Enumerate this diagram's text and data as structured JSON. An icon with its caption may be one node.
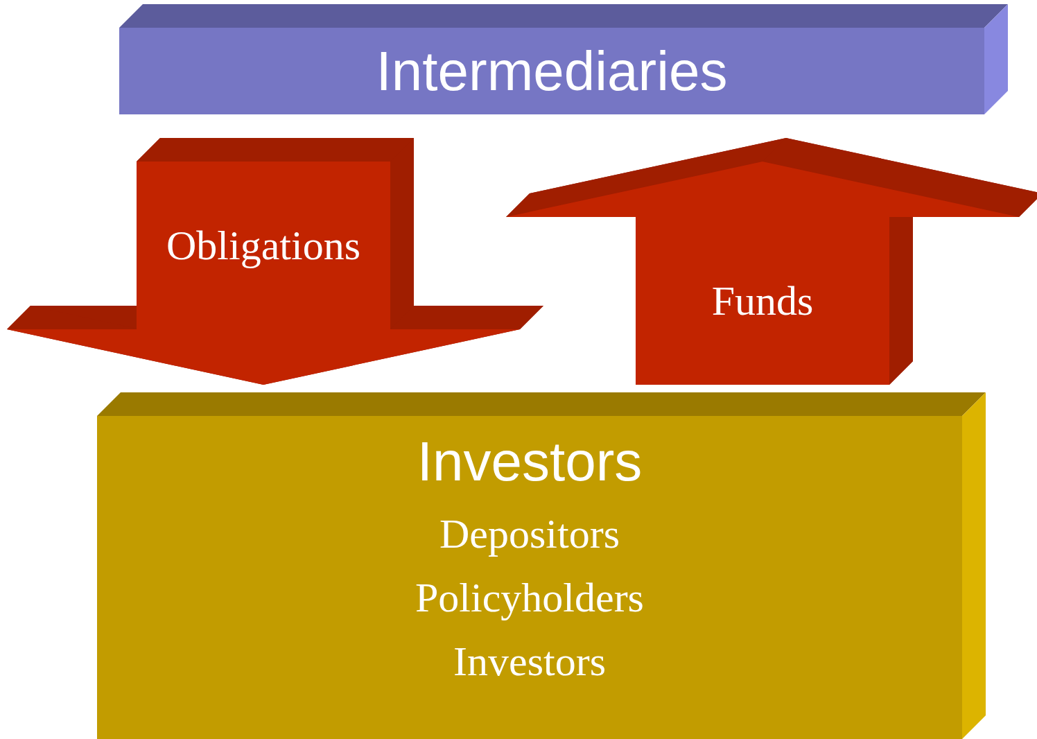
{
  "diagram": {
    "nodes": [
      {
        "text": [
          "Intermediaries"
        ]
      },
      {
        "text": [
          "Investors",
          "Depositors",
          "Policyholders",
          "Investors"
        ]
      }
    ],
    "edges": [
      {
        "from": 0,
        "to": 1,
        "arrow": "to",
        "label": "Obligations"
      },
      {
        "from": 1,
        "to": 0,
        "arrow": "to",
        "label": "Funds"
      }
    ]
  }
}
